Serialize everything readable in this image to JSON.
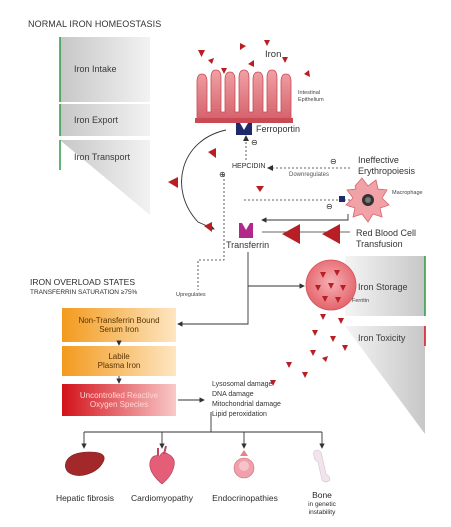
{
  "title": "NORMAL IRON HOMEOSTASIS",
  "side_panels": {
    "iron_intake": "Iron Intake",
    "iron_export": "Iron Export",
    "iron_transport": "Iron Transport",
    "iron_storage": "Iron Storage",
    "iron_toxicity": "Iron Toxicity"
  },
  "gut": {
    "iron": "Iron",
    "epithelium_line1": "Intestinal",
    "epithelium_line2": "Epithelium",
    "ferroportin": "Ferroportin"
  },
  "regulation": {
    "hepcidin": "HEPCIDIN",
    "downregulates": "Downregulates",
    "upregulates": "Upregulates",
    "ineffective_line1": "Ineffective",
    "ineffective_line2": "Erythropoiesis",
    "macrophage": "Macrophage",
    "rbc_line1": "Red Blood Cell",
    "rbc_line2": "Transfusion",
    "transferrin": "Transferrin",
    "ferritin": "Ferritin",
    "minus": "⊖",
    "plus": "⊕"
  },
  "overload": {
    "title": "IRON OVERLOAD STATES",
    "subtitle": "TRANSFERRIN SATURATION ≥75%",
    "ntbi_line1": "Non-Transferrin Bound",
    "ntbi_line2": "Serum Iron",
    "lpi_line1": "Labile",
    "lpi_line2": "Plasma Iron",
    "ros_line1": "Uncontrolled Reactive",
    "ros_line2": "Oxygen Species"
  },
  "damage": [
    "Lysosomal damage",
    "DNA damage",
    "Mitochondrial damage",
    "Lipid peroxidation"
  ],
  "outcomes": {
    "hepatic": "Hepatic fibrosis",
    "cardio": "Cardiomyopathy",
    "endo": "Endocrinopathies",
    "bone_line1": "Bone",
    "bone_line2": "in genetic",
    "bone_line3": "instability"
  },
  "colors": {
    "iron_red": "#b81f24",
    "villi_pink": "#e8868c",
    "villi_dark": "#c94a55",
    "ferroportin_navy": "#1f2a6b",
    "transferrin_magenta": "#b0288a",
    "storage_pink": "#e35d65",
    "box_orange": "#f39a1e",
    "box_orange_light": "#fcd7a0",
    "box_red": "#d3121a",
    "panel_gray": "#bdbdbd",
    "accent_green": "#2e9a46"
  }
}
